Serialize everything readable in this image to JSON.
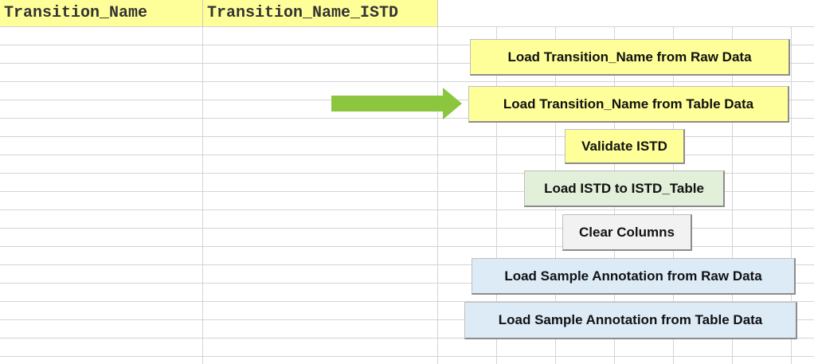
{
  "sheet": {
    "columns": {
      "a_header": "Transition_Name",
      "b_header": "Transition_Name_ISTD"
    }
  },
  "buttons": {
    "load_transition_raw": "Load Transition_Name from Raw Data",
    "load_transition_table": "Load Transition_Name from Table Data",
    "validate_istd": "Validate ISTD",
    "load_istd_table": "Load ISTD to ISTD_Table",
    "clear_columns": "Clear Columns",
    "load_sample_raw": "Load Sample Annotation from Raw Data",
    "load_sample_table": "Load Sample Annotation from Table Data"
  },
  "colors": {
    "header_fill": "#ffff99",
    "yellow_button": "#ffff99",
    "green_button": "#e2efd9",
    "grey_button": "#f2f2f2",
    "blue_button": "#ddebf7",
    "arrow": "#8cc63f",
    "gridline": "#d4d4d4"
  },
  "icons": {
    "arrow": "right-arrow-icon"
  }
}
